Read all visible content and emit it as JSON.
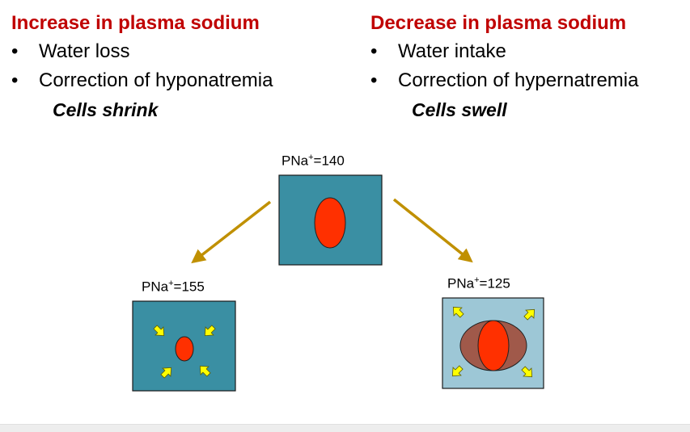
{
  "left_column": {
    "heading": "Increase in plasma sodium",
    "bullets": [
      "Water loss",
      "Correction of hyponatremia"
    ],
    "effect": "Cells shrink"
  },
  "right_column": {
    "heading": "Decrease in plasma sodium",
    "bullets": [
      "Water intake",
      "Correction of  hypernatremia"
    ],
    "effect": "Cells swell"
  },
  "bullet_glyph": "•",
  "labels": {
    "center": {
      "prefix": "PNa",
      "sup": "+",
      "value": "=140"
    },
    "left": {
      "prefix": "PNa",
      "sup": "+",
      "value": "=155"
    },
    "right": {
      "prefix": "PNa",
      "sup": "+",
      "value": "=125"
    }
  },
  "colors": {
    "heading_red": "#c00000",
    "box_teal": "#3a8fa3",
    "box_light": "#9dc7d6",
    "cell_red": "#ff3000",
    "swollen_cell_brown": "#a0594a",
    "arrow_gold": "#c09000",
    "water_arrow_yellow": "#ffff00"
  }
}
